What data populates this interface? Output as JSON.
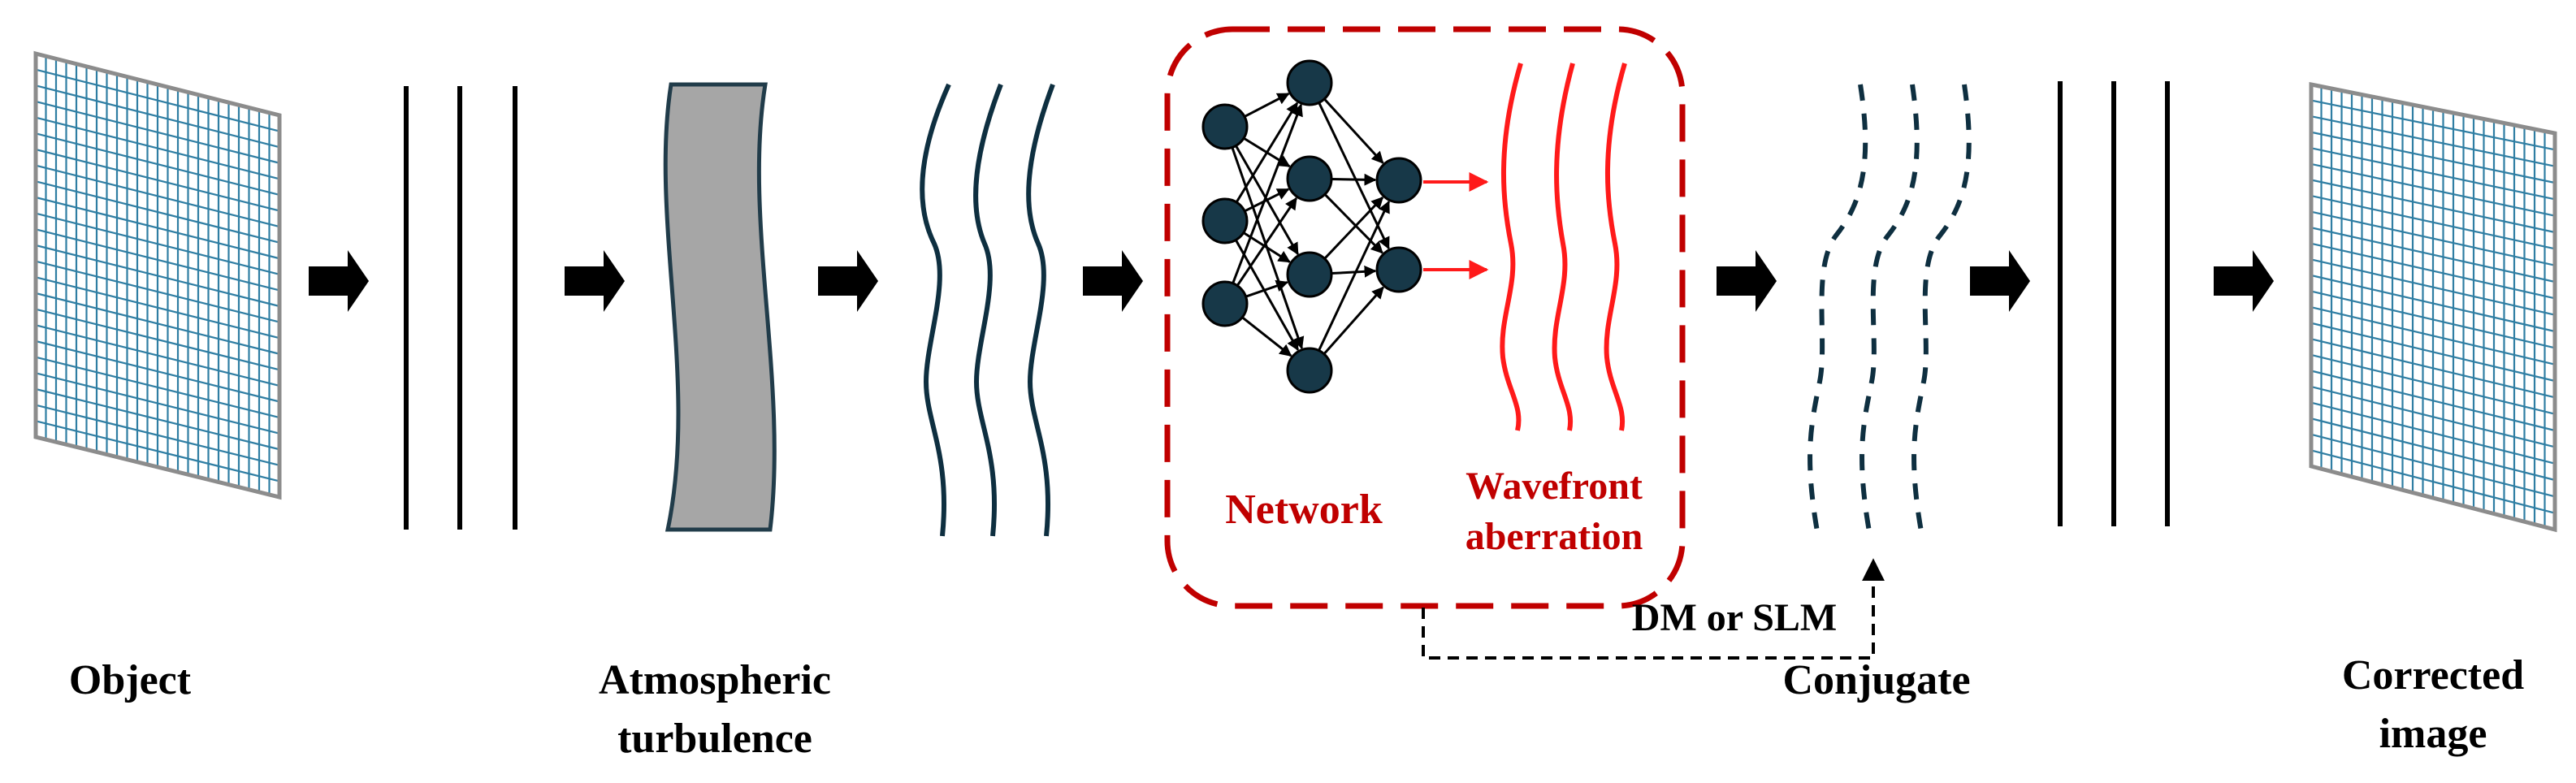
{
  "labels": {
    "object": "Object",
    "atmospheric_line1": "Atmospheric",
    "atmospheric_line2": "turbulence",
    "network": "Network",
    "wavefront_line1": "Wavefront",
    "wavefront_line2": "aberration",
    "dm_slm": "DM or SLM",
    "conjugate": "Conjugate",
    "corrected_line1": "Corrected",
    "corrected_line2": "image"
  },
  "colors": {
    "grid_blue": "#2f7ea3",
    "frame_gray": "#8c8c8c",
    "wave_dark": "#0e2f40",
    "node_fill": "#173848",
    "accent_red": "#c00000",
    "wave_red": "#ff1a1a",
    "lens_gray": "#a6a6a6",
    "lens_edge": "#213c4a"
  }
}
